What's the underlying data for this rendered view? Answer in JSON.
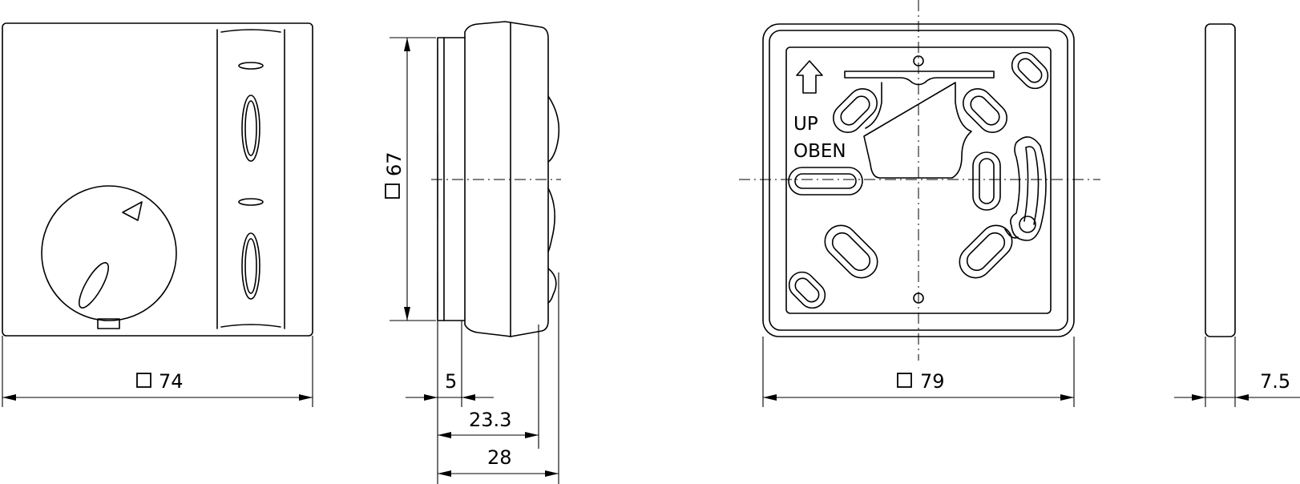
{
  "dimensions": {
    "front_width": "74",
    "side_height": "67",
    "side_base": "5",
    "side_body": "23.3",
    "side_total": "28",
    "plate_width": "79",
    "plate_thickness": "7.5"
  },
  "plate_labels": {
    "up": "UP",
    "oben": "OBEN"
  },
  "symbols": {
    "square": "square-symbol-icon",
    "up_arrow": "up-arrow-icon"
  }
}
